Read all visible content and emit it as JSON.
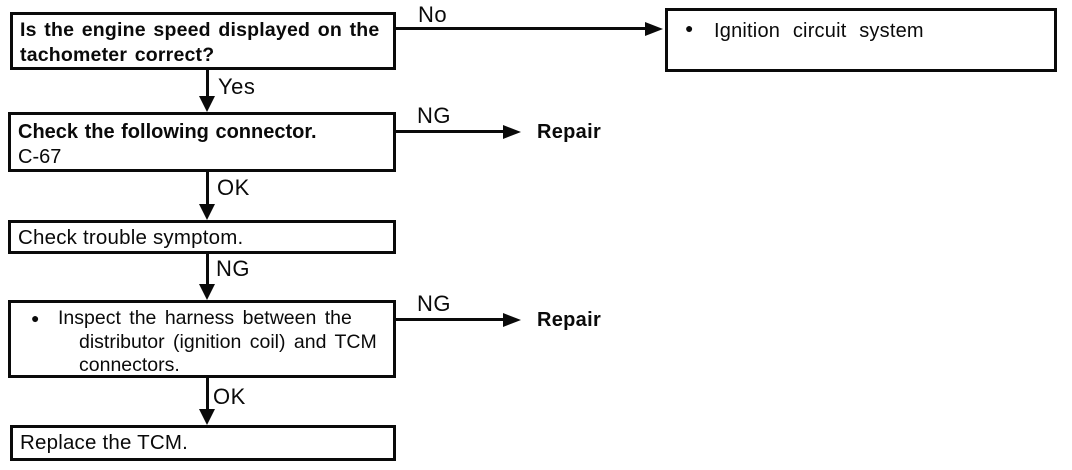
{
  "colors": {
    "ink": "#0a0a0a",
    "paper": "#ffffff"
  },
  "nodes": {
    "question": {
      "lines": [
        "Is the engine speed displayed on the",
        "tachometer correct?"
      ]
    },
    "ignition": {
      "bullet": "●",
      "text": "Ignition circuit system"
    },
    "connector": {
      "title": "Check the following connector.",
      "code": "C-67"
    },
    "symptom": {
      "text": "Check trouble symptom."
    },
    "harness": {
      "bullet": "●",
      "lines": [
        "Inspect the harness between the",
        "distributor (ignition coil) and TCM",
        "connectors."
      ]
    },
    "replace": {
      "text": "Replace the TCM."
    }
  },
  "edges": {
    "no": "No",
    "yes": "Yes",
    "ng_to_repair_1": "NG",
    "ok_1": "OK",
    "ng_down": "NG",
    "ng_to_repair_2": "NG",
    "ok_2": "OK",
    "repair_1": "Repair",
    "repair_2": "Repair"
  }
}
